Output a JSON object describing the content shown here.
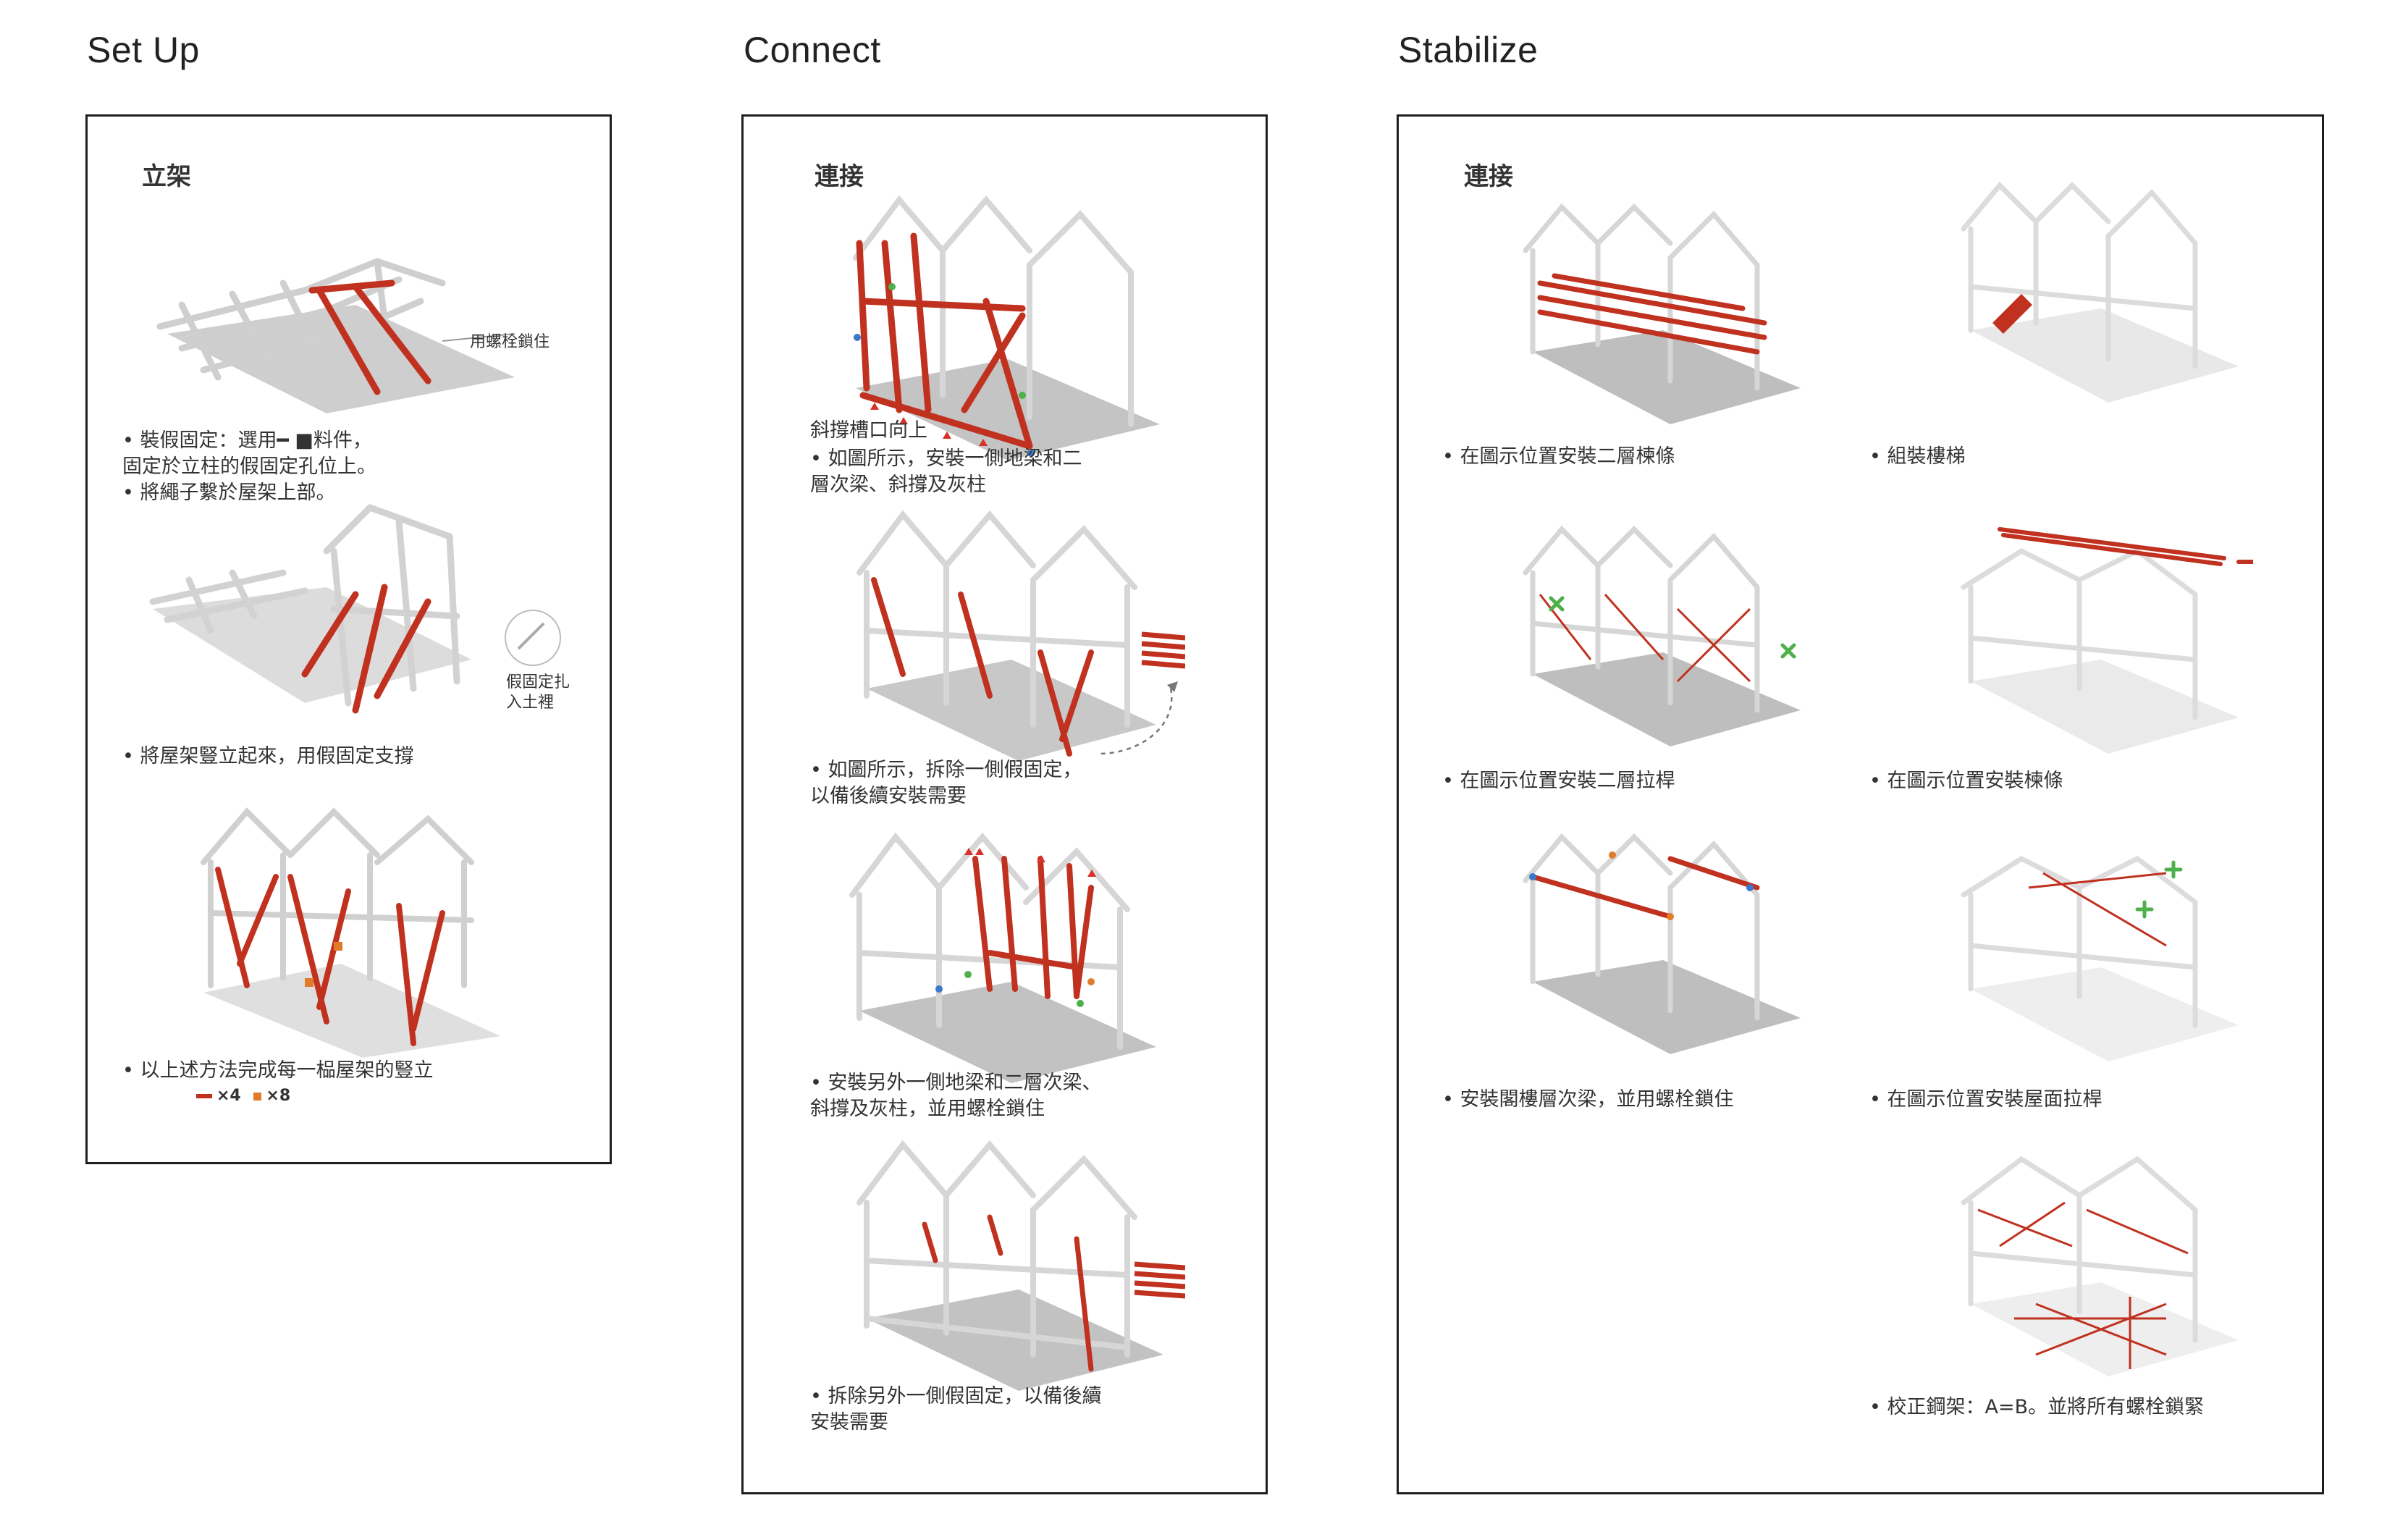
{
  "sections": {
    "setup": "Set Up",
    "connect": "Connect",
    "stabilize": "Stabilize"
  },
  "setup": {
    "heading": "立架",
    "label_bolt": "用螺栓鎖住",
    "cap1": "• 裝假固定：選用━ ■料件，\n  固定於立柱的假固定孔位上。\n• 將繩子繫於屋架上部。",
    "label_temp": "假固定扎\n入土裡",
    "cap2": "• 將屋架豎立起來，用假固定支撐",
    "cap3": "• 以上述方法完成每一榀屋架的豎立",
    "legend_a": "×4",
    "legend_b": "×8"
  },
  "connect": {
    "heading": "連接",
    "label_slot": "斜撐槽口向上",
    "cap1": "• 如圖所示，安裝一側地梁和二\n  層次梁、斜撐及灰柱",
    "cap2": "• 如圖所示，拆除一側假固定，\n  以備後續安裝需要",
    "cap3": "• 安裝另外一側地梁和二層次梁、\n  斜撐及灰柱，並用螺栓鎖住",
    "cap4": "• 拆除另外一側假固定，以備後續\n  安裝需要"
  },
  "stabilize": {
    "heading": "連接",
    "capL1": "• 在圖示位置安裝二層楝條",
    "capR1": "• 組裝樓梯",
    "capL2": "• 在圖示位置安裝二層拉桿",
    "capR2": "• 在圖示位置安裝楝條",
    "capL3": "• 安裝閣樓層次梁，並用螺栓鎖住",
    "capR3": "• 在圖示位置安裝屋面拉桿",
    "capR4": "• 校正鋼架：A=B。並將所有螺栓鎖緊"
  },
  "colors": {
    "accent": "#c0311f",
    "frame": "#c9c9c9",
    "floor": "#a9a9a9",
    "green": "#4db04a",
    "orange": "#e07b2a",
    "blue": "#3a78c9"
  }
}
